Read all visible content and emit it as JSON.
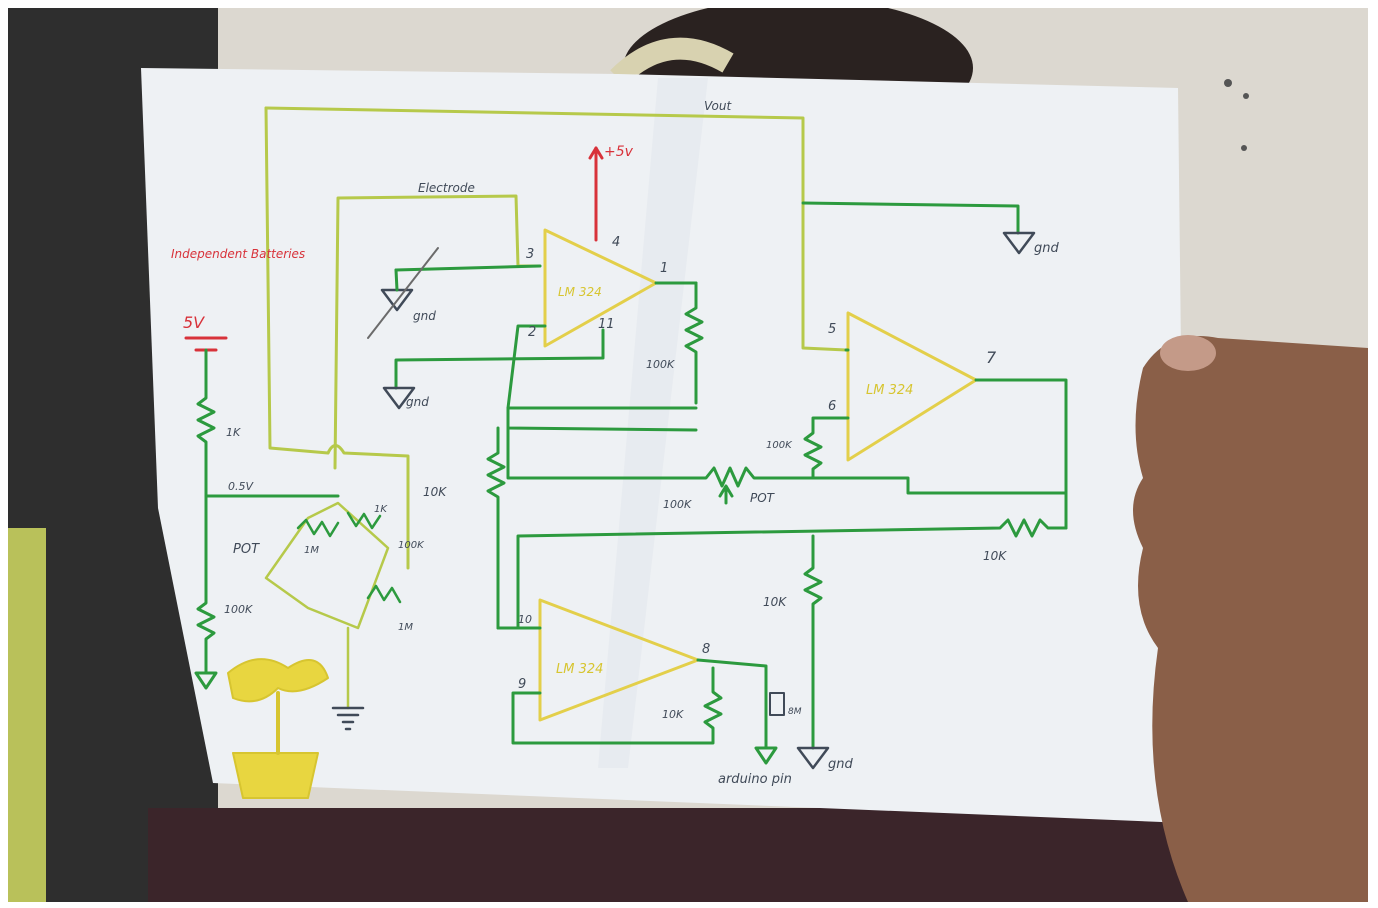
{
  "colors": {
    "wire_green": "#2c9a3e",
    "wire_yellow_green": "#b6c94a",
    "opamp_yellow": "#e3cf4a",
    "label_red": "#d8323a",
    "label_dark": "#404a58",
    "paper": "#eef1f4",
    "wall": "#dcd8d0",
    "door": "#2b2b2b",
    "shirt": "#3a2328",
    "skin": "#8a5f48"
  },
  "labels": {
    "battery_label": "Independent Batteries",
    "battery_voltage": "5V",
    "supply": "+5v",
    "top_wire": "Vout",
    "electrode": "Electrode",
    "gnd1": "gnd",
    "gnd2": "gnd",
    "gnd3": "gnd",
    "gnd4": "gnd",
    "u1_label": "LM 324",
    "u2_label": "LM 324",
    "u3_label": "LM 324",
    "pin3": "3",
    "pin4": "4",
    "pin1": "1",
    "pin2": "2",
    "pin11": "11",
    "pin5": "5",
    "pin6": "6",
    "pin7": "7",
    "pin10": "10",
    "pin9": "9",
    "pin8": "8",
    "r_1k": "1K",
    "r_100k_left": "100K",
    "r_100k_fb1": "100K",
    "r_100k_mid": "100K",
    "r_100k_u2": "100K",
    "r_10k_left": "10K",
    "r_10k_right": "10K",
    "r_10k_mid": "10K",
    "r_10k_bottom": "10K",
    "pot_left": "POT",
    "pot_mid": "POT",
    "bridge_1m": "1M",
    "bridge_1k": "1K",
    "bridge_100k": "100K",
    "bridge_1m_b": "1M",
    "node_label": "0.5V",
    "arduino": "arduino pin",
    "led_label": "8M"
  }
}
